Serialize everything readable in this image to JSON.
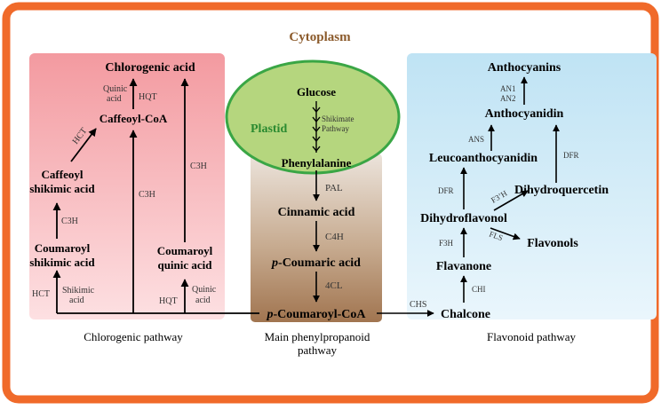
{
  "title": "Cytoplasm",
  "colors": {
    "frame": "#f06a2a",
    "title": "#8b5a2b",
    "chlorogenic_panel": "#f6a3a7",
    "flavonoid_panel": "#d2ebf7",
    "plastid_fill": "#b5d67e",
    "plastid_border": "#3aa645",
    "plastid_label": "#2a8a30",
    "main_panel_top": "#e8dfd6",
    "main_panel_bottom": "#a77b55"
  },
  "plastid": {
    "label": "Plastid",
    "glucose": "Glucose",
    "shikimate": [
      "Shikimate",
      "Pathway"
    ]
  },
  "main": {
    "compounds": {
      "phenylalanine": "Phenylalanine",
      "cinnamic": "Cinnamic acid",
      "p_coumaric_prefix": "p",
      "p_coumaric_rest": "-Coumaric acid",
      "coumaroyl_coa_prefix": "p",
      "coumaroyl_coa_rest": "-Coumaroyl-CoA"
    },
    "enzymes": {
      "pal": "PAL",
      "c4h": "C4H",
      "fourcl": "4CL"
    },
    "caption": [
      "Main phenylpropanoid",
      "pathway"
    ]
  },
  "chlorogenic": {
    "compounds": {
      "chlorogenic_acid": "Chlorogenic acid",
      "caffeoyl_coa": "Caffeoyl-CoA",
      "caffeoyl_shikimic": [
        "Caffeoyl",
        "shikimic acid"
      ],
      "coumaroyl_shikimic": [
        "Coumaroyl",
        "shikimic acid"
      ],
      "coumaroyl_quinic": [
        "Coumaroyl",
        "quinic acid"
      ]
    },
    "labels": {
      "quinic_acid_top": [
        "Quinic",
        "acid"
      ],
      "hqt_top": "HQT",
      "hct_diag": "HCT",
      "c3h_left": "C3H",
      "c3h_mid": "C3H",
      "c3h_right": "C3H",
      "hct_bottom": "HCT",
      "shikimic_acid": [
        "Shikimic",
        "acid"
      ],
      "hqt_bottom": "HQT",
      "quinic_acid_bottom": [
        "Quinic",
        "acid"
      ]
    },
    "caption": "Chlorogenic pathway"
  },
  "flavonoid": {
    "compounds": {
      "anthocyanins": "Anthocyanins",
      "anthocyanidin": "Anthocyanidin",
      "leucoanthocyanidin": "Leucoanthocyanidin",
      "dihydroquercetin": "Dihydroquercetin",
      "dihydroflavonol": "Dihydroflavonol",
      "flavonols": "Flavonols",
      "flavanone": "Flavanone",
      "chalcone": "Chalcone"
    },
    "enzymes": {
      "an": [
        "AN1",
        "AN2"
      ],
      "ans": "ANS",
      "dfr_right": "DFR",
      "dfr_left": "DFR",
      "f3prime_h": "F3’H",
      "f3h": "F3H",
      "fls": "FLS",
      "chi": "CHI",
      "chs": "CHS"
    },
    "caption": "Flavonoid pathway"
  }
}
